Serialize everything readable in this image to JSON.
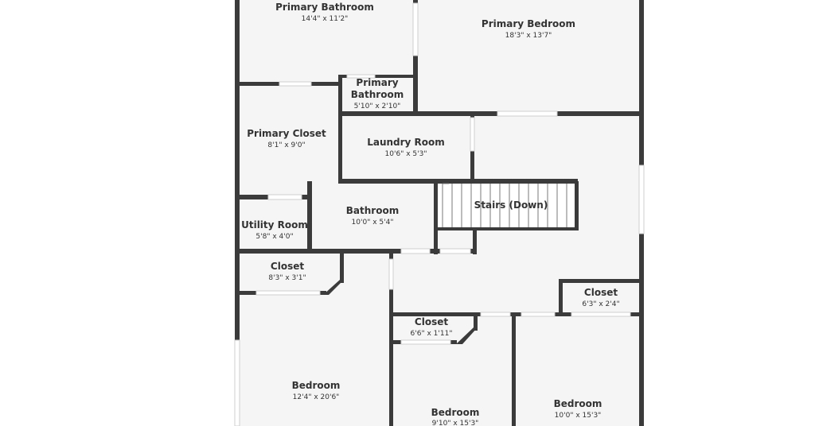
{
  "colors": {
    "background": "#ffffff",
    "floor": "#f5f5f5",
    "wall": "#3b3b3b",
    "text": "#333333"
  },
  "rooms": [
    {
      "id": "primary-bathroom",
      "name": "Primary Bathroom",
      "dims": "14'4\" x 11'2\""
    },
    {
      "id": "primary-bedroom",
      "name": "Primary Bedroom",
      "dims": "18'3\" x 13'7\""
    },
    {
      "id": "primary-bathroom-small",
      "name_line1": "Primary",
      "name_line2": "Bathroom",
      "dims": "5'10\" x 2'10\""
    },
    {
      "id": "primary-closet",
      "name": "Primary Closet",
      "dims": "8'1\" x 9'0\""
    },
    {
      "id": "laundry-room",
      "name": "Laundry Room",
      "dims": "10'6\" x 5'3\""
    },
    {
      "id": "utility-room",
      "name": "Utility Room",
      "dims": "5'8\" x 4'0\""
    },
    {
      "id": "bathroom",
      "name": "Bathroom",
      "dims": "10'0\" x 5'4\""
    },
    {
      "id": "stairs",
      "name": "Stairs (Down)"
    },
    {
      "id": "closet-left",
      "name": "Closet",
      "dims": "8'3\" x 3'1\""
    },
    {
      "id": "closet-right",
      "name": "Closet",
      "dims": "6'3\" x 2'4\""
    },
    {
      "id": "closet-middle",
      "name": "Closet",
      "dims": "6'6\" x 1'11\""
    },
    {
      "id": "bedroom-left",
      "name": "Bedroom",
      "dims": "12'4\" x 20'6\""
    },
    {
      "id": "bedroom-middle",
      "name": "Bedroom",
      "dims": "9'10\" x 15'3\""
    },
    {
      "id": "bedroom-right",
      "name": "Bedroom",
      "dims": "10'0\" x 15'3\""
    }
  ]
}
